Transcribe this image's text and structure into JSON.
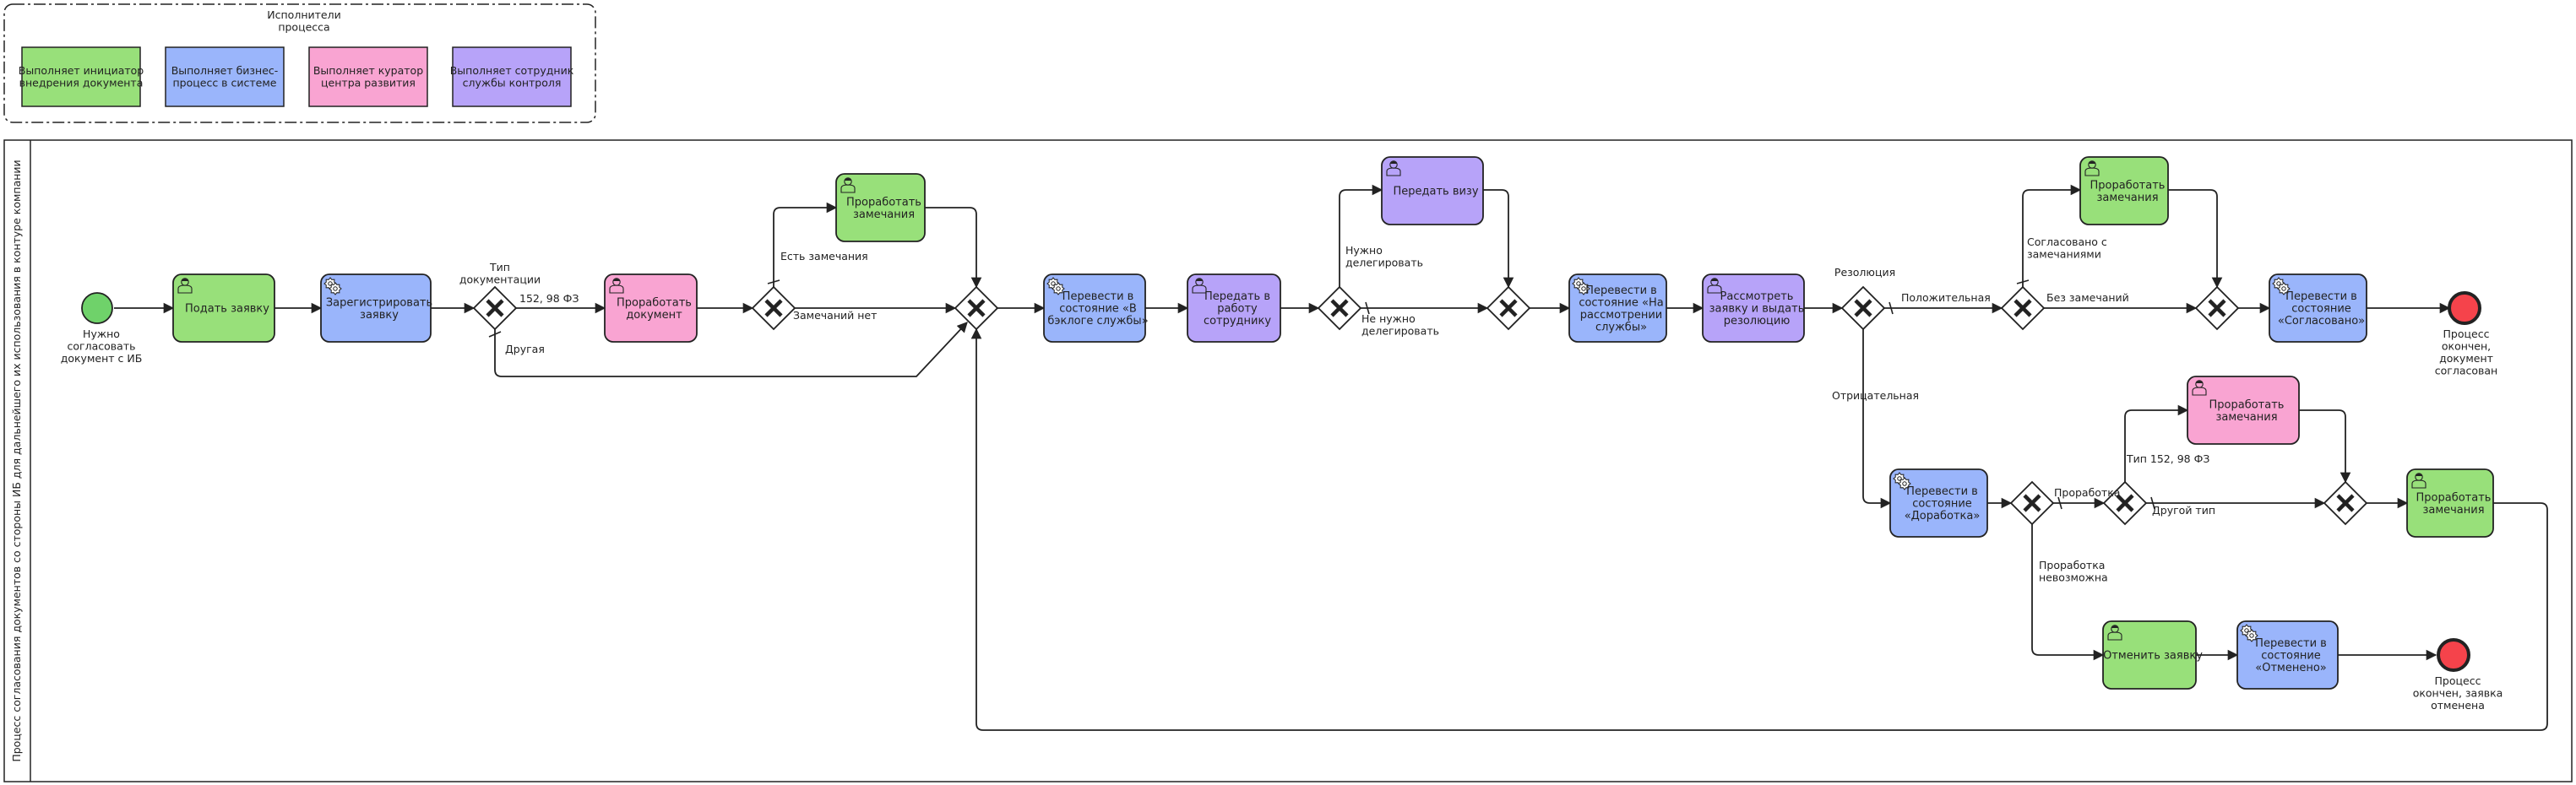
{
  "colors": {
    "initiator": "#98e07a",
    "business": "#9ab5fb",
    "curator": "#f9a4d2",
    "control": "#b7a3f9",
    "end_event": "#f5434b",
    "start_event": "#6fd26a",
    "stroke": "#222222"
  },
  "legend": {
    "title": [
      "Исполнители",
      "процесса"
    ],
    "items": [
      {
        "lines": [
          "Выполняет инициатор",
          "внедрения документа"
        ],
        "role": "initiator"
      },
      {
        "lines": [
          "Выполняет бизнес-",
          "процесс в системе"
        ],
        "role": "business"
      },
      {
        "lines": [
          "Выполняет куратор",
          "центра развития"
        ],
        "role": "curator"
      },
      {
        "lines": [
          "Выполняет сотрудник",
          "службы контроля"
        ],
        "role": "control"
      }
    ]
  },
  "pool": {
    "label": "Процесс согласования документов со стороны ИБ для дальнейшего их использования в контуре компании"
  },
  "events": {
    "start": {
      "lines": [
        "Нужно",
        "согласовать",
        "документ с ИБ"
      ]
    },
    "end_approved": {
      "lines": [
        "Процесс",
        "окончен,",
        "документ",
        "согласован"
      ]
    },
    "end_cancelled": {
      "lines": [
        "Процесс",
        "окончен, заявка",
        "отменена"
      ]
    }
  },
  "tasks": {
    "submit": {
      "lines": [
        "Подать заявку"
      ],
      "role": "initiator",
      "icon": "user-icon"
    },
    "register": {
      "lines": [
        "Зарегистрировать",
        "заявку"
      ],
      "role": "business",
      "icon": "gear-icon"
    },
    "review_doc": {
      "lines": [
        "Проработать",
        "документ"
      ],
      "role": "curator",
      "icon": "user-icon"
    },
    "remarks1": {
      "lines": [
        "Проработать",
        "замечания"
      ],
      "role": "initiator",
      "icon": "user-icon"
    },
    "backlog": {
      "lines": [
        "Перевести в",
        "состояние «В",
        "бэклоге службы»"
      ],
      "role": "business",
      "icon": "gear-icon"
    },
    "assign": {
      "lines": [
        "Передать в",
        "работу",
        "сотруднику"
      ],
      "role": "control",
      "icon": "user-icon"
    },
    "visa": {
      "lines": [
        "Передать визу"
      ],
      "role": "control",
      "icon": "user-icon"
    },
    "under_review": {
      "lines": [
        "Перевести в",
        "состояние «На",
        "рассмотрении",
        "службы»"
      ],
      "role": "business",
      "icon": "gear-icon"
    },
    "resolution": {
      "lines": [
        "Рассмотреть",
        "заявку и выдать",
        "резолюцию"
      ],
      "role": "control",
      "icon": "user-icon"
    },
    "remarks2": {
      "lines": [
        "Проработать",
        "замечания"
      ],
      "role": "initiator",
      "icon": "user-icon"
    },
    "approved": {
      "lines": [
        "Перевести в",
        "состояние",
        "«Согласовано»"
      ],
      "role": "business",
      "icon": "gear-icon"
    },
    "rework": {
      "lines": [
        "Перевести в",
        "состояние",
        "«Доработка»"
      ],
      "role": "business",
      "icon": "gear-icon"
    },
    "remarks_curator": {
      "lines": [
        "Проработать",
        "замечания"
      ],
      "role": "curator",
      "icon": "user-icon"
    },
    "remarks3": {
      "lines": [
        "Проработать",
        "замечания"
      ],
      "role": "initiator",
      "icon": "user-icon"
    },
    "cancel": {
      "lines": [
        "Отменить заявку"
      ],
      "role": "initiator",
      "icon": "user-icon"
    },
    "cancelled": {
      "lines": [
        "Перевести в",
        "состояние",
        "«Отменено»"
      ],
      "role": "business",
      "icon": "gear-icon"
    }
  },
  "gateways": {
    "doc_type": {
      "lines": [
        "Тип",
        "документации"
      ]
    },
    "resolution_gw": {
      "lines": [
        "Резолюция"
      ]
    }
  },
  "flow_labels": {
    "fz": [
      "152, 98 ФЗ"
    ],
    "other": [
      "Другая"
    ],
    "has_remarks": [
      "Есть замечания"
    ],
    "no_remarks": [
      "Замечаний нет"
    ],
    "delegate": [
      "Нужно",
      "делегировать"
    ],
    "no_delegate": [
      "Не нужно",
      "делегировать"
    ],
    "positive": [
      "Положительная"
    ],
    "negative": [
      "Отрицательная"
    ],
    "approved_with_remarks": [
      "Согласовано с",
      "замечаниями"
    ],
    "no_remarks2": [
      "Без замечаний"
    ],
    "rework_label": [
      "Проработка"
    ],
    "type_fz": [
      "Тип 152, 98 ФЗ"
    ],
    "other_type": [
      "Другой тип"
    ],
    "rework_impossible": [
      "Проработка",
      "невозможна"
    ]
  }
}
